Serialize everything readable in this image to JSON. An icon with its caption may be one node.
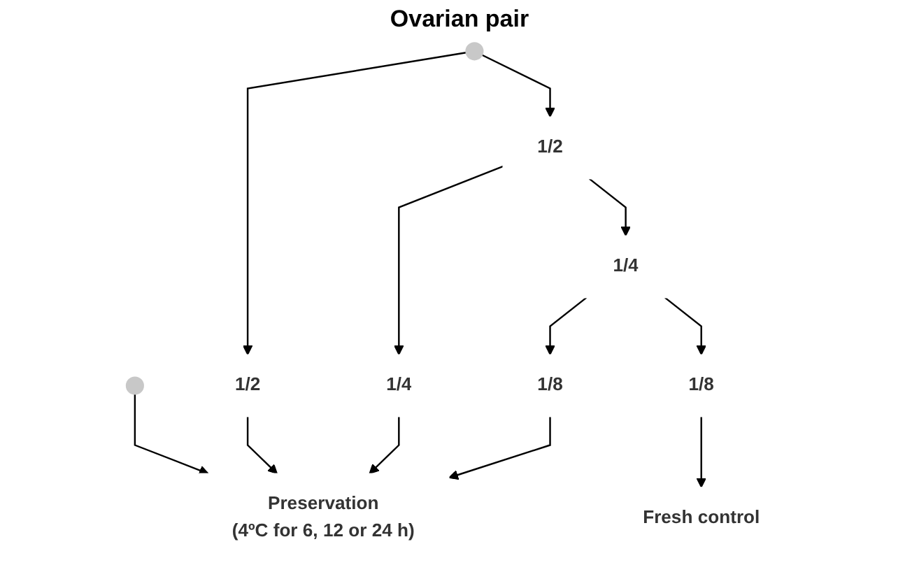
{
  "diagram": {
    "title": "Ovarian pair",
    "nodes": [
      {
        "text": [],
        "shape": "ellipse"
      },
      {
        "text": [],
        "shape": "ellipse"
      },
      {
        "text": [
          "1/2"
        ]
      },
      {
        "text": [
          "1/2"
        ]
      },
      {
        "text": [
          "1/4"
        ]
      },
      {
        "text": [
          "1/4"
        ]
      },
      {
        "text": [
          "Preservation",
          "(4ºC for 6, 12 or 24 h)"
        ]
      },
      {
        "text": [
          "1/8"
        ]
      },
      {
        "text": [
          "1/8"
        ]
      },
      {
        "text": [
          "Fresh control"
        ]
      }
    ],
    "edges": [
      {
        "from": 0,
        "to": 6,
        "arrow": "to"
      },
      {
        "from": 1,
        "to": 2,
        "arrow": "to"
      },
      {
        "from": 1,
        "to": 3,
        "arrow": "to"
      },
      {
        "from": 2,
        "to": 6,
        "arrow": "to"
      },
      {
        "from": 3,
        "to": 4,
        "arrow": "to"
      },
      {
        "from": 3,
        "to": 5,
        "arrow": "to"
      },
      {
        "from": 4,
        "to": 6,
        "arrow": "to"
      },
      {
        "from": 5,
        "to": 7,
        "arrow": "to"
      },
      {
        "from": 5,
        "to": 8,
        "arrow": "to"
      },
      {
        "from": 7,
        "to": 6,
        "arrow": "to"
      },
      {
        "from": 8,
        "to": 9,
        "arrow": "to"
      }
    ]
  }
}
